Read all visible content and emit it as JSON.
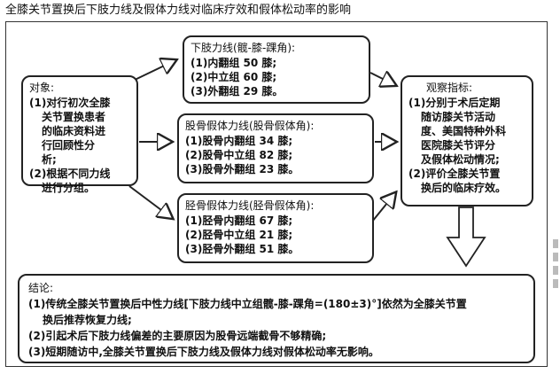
{
  "title": "全膝关节置换后下肢力线及假体力线对临床疗效和假体松动率的影响",
  "object": {
    "heading": "对象:",
    "lines": [
      "(1)对行初次全膝",
      "关节置换患者",
      "的临床资料进",
      "行回顾性分",
      "析;",
      "(2)根据不同力线",
      "进行分组。"
    ]
  },
  "lower_limb": {
    "heading": "下肢力线(髋-膝-踝角):",
    "lines": [
      "(1)内翻组 50 膝;",
      "(2)中立组 60 膝;",
      "(3)外翻组 29 膝。"
    ]
  },
  "femoral": {
    "heading": "股骨假体力线(股骨假体角):",
    "lines": [
      "(1)股骨内翻组 34 膝;",
      "(2)股骨中立组 82 膝;",
      "(3)股骨外翻组 23 膝。"
    ]
  },
  "tibial": {
    "heading": "胫骨假体力线(胫骨假体角):",
    "lines": [
      "(1)胫骨内翻组 67 膝;",
      "(2)胫骨中立组 21 膝;",
      "(3)胫骨外翻组 51 膝。"
    ]
  },
  "observe": {
    "heading": "观察指标:",
    "lines": [
      "(1)分别于术后定期",
      "随访膝关节活动",
      "度、美国特种外科",
      "医院膝关节评分",
      "及假体松动情况;",
      "(2)评价全膝关节置",
      "换后的临床疗效。"
    ]
  },
  "conclusion": {
    "heading": "结论:",
    "lines": [
      "(1)传统全膝关节置换后中性力线[下肢力线中立组髋-膝-踝角=(180±3)°]依然为全膝关节置",
      "换后推荐恢复力线;",
      "(2)引起术后下肢力线偏差的主要原因为股骨远端截骨不够精确;",
      "(3)短期随访中,全膝关节置换后下肢力线及假体力线对假体松动率无影响。"
    ]
  }
}
